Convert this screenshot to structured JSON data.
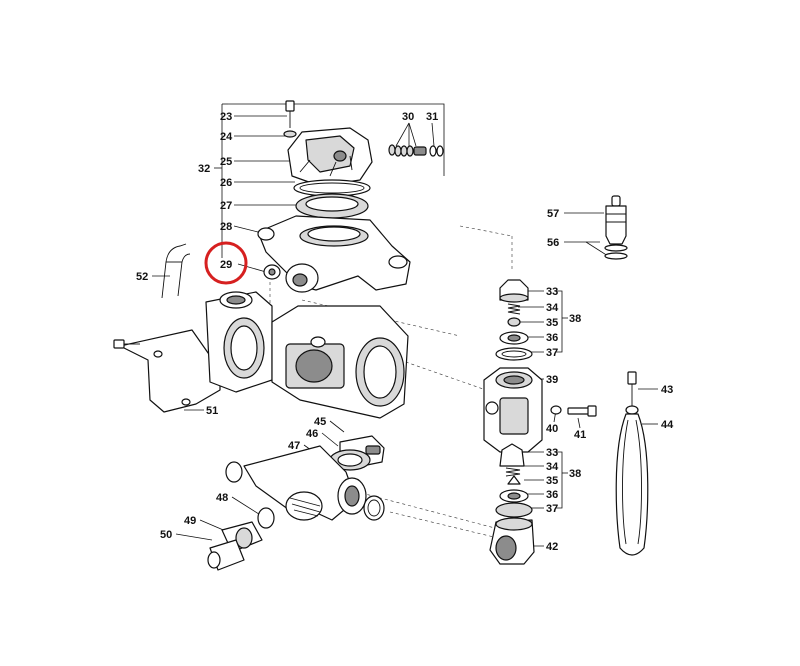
{
  "diagram": {
    "callouts": [
      {
        "id": "c23",
        "text": "23"
      },
      {
        "id": "c24",
        "text": "24"
      },
      {
        "id": "c25",
        "text": "25"
      },
      {
        "id": "c26",
        "text": "26"
      },
      {
        "id": "c27",
        "text": "27"
      },
      {
        "id": "c28",
        "text": "28"
      },
      {
        "id": "c29",
        "text": "29"
      },
      {
        "id": "c30",
        "text": "30"
      },
      {
        "id": "c31",
        "text": "31"
      },
      {
        "id": "c32",
        "text": "32"
      },
      {
        "id": "c33a",
        "text": "33"
      },
      {
        "id": "c34a",
        "text": "34"
      },
      {
        "id": "c35a",
        "text": "35"
      },
      {
        "id": "c36a",
        "text": "36"
      },
      {
        "id": "c37a",
        "text": "37"
      },
      {
        "id": "c38a",
        "text": "38"
      },
      {
        "id": "c39",
        "text": "39"
      },
      {
        "id": "c40",
        "text": "40"
      },
      {
        "id": "c41",
        "text": "41"
      },
      {
        "id": "c42",
        "text": "42"
      },
      {
        "id": "c33b",
        "text": "33"
      },
      {
        "id": "c34b",
        "text": "34"
      },
      {
        "id": "c35b",
        "text": "35"
      },
      {
        "id": "c36b",
        "text": "36"
      },
      {
        "id": "c37b",
        "text": "37"
      },
      {
        "id": "c38b",
        "text": "38"
      },
      {
        "id": "c43",
        "text": "43"
      },
      {
        "id": "c44",
        "text": "44"
      },
      {
        "id": "c45",
        "text": "45"
      },
      {
        "id": "c46",
        "text": "46"
      },
      {
        "id": "c47",
        "text": "47"
      },
      {
        "id": "c48",
        "text": "48"
      },
      {
        "id": "c49",
        "text": "49"
      },
      {
        "id": "c50",
        "text": "50"
      },
      {
        "id": "c51",
        "text": "51"
      },
      {
        "id": "c52",
        "text": "52"
      },
      {
        "id": "c56",
        "text": "56"
      },
      {
        "id": "c57",
        "text": "57"
      }
    ],
    "highlight": {
      "target": "29",
      "color": "#d62020"
    }
  }
}
